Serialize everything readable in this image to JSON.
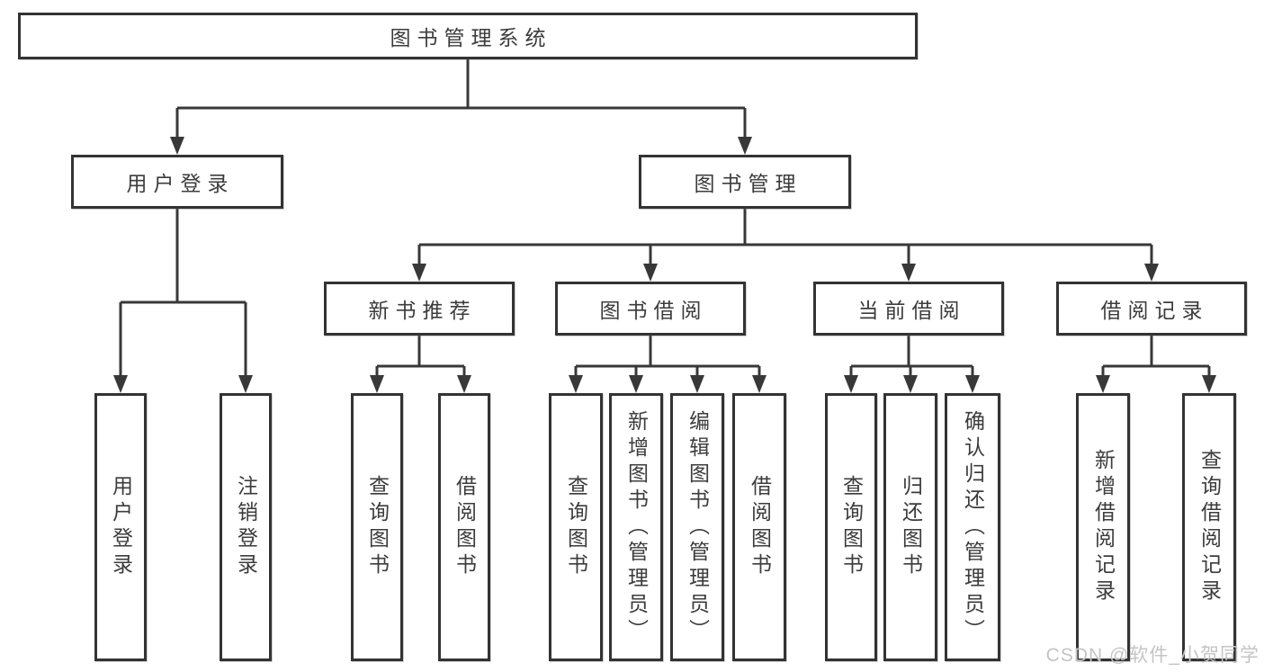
{
  "diagram": {
    "type": "hierarchy-tree",
    "tree": {
      "label": "图书管理系统",
      "children": [
        {
          "label": "用户登录",
          "children": [
            {
              "label": "用户登录"
            },
            {
              "label": "注销登录"
            }
          ]
        },
        {
          "label": "图书管理",
          "children": [
            {
              "label": "新书推荐",
              "children": [
                {
                  "label": "查询图书"
                },
                {
                  "label": "借阅图书"
                }
              ]
            },
            {
              "label": "图书借阅",
              "children": [
                {
                  "label": "查询图书"
                },
                {
                  "label": "新增图书（管理员）"
                },
                {
                  "label": "编辑图书（管理员）"
                },
                {
                  "label": "借阅图书"
                }
              ]
            },
            {
              "label": "当前借阅",
              "children": [
                {
                  "label": "查询图书"
                },
                {
                  "label": "归还图书"
                },
                {
                  "label": "确认归还（管理员）"
                }
              ]
            },
            {
              "label": "借阅记录",
              "children": [
                {
                  "label": "新增借阅记录"
                },
                {
                  "label": "查询借阅记录"
                }
              ]
            }
          ]
        }
      ]
    },
    "colors": {
      "box_border": "#333333",
      "box_text": "#3c3c3c",
      "connector": "#383838",
      "background": "#ffffff",
      "watermark_text": "#c4c4c4"
    }
  },
  "watermark": {
    "text": "CSDN @软件_小贺同学"
  }
}
